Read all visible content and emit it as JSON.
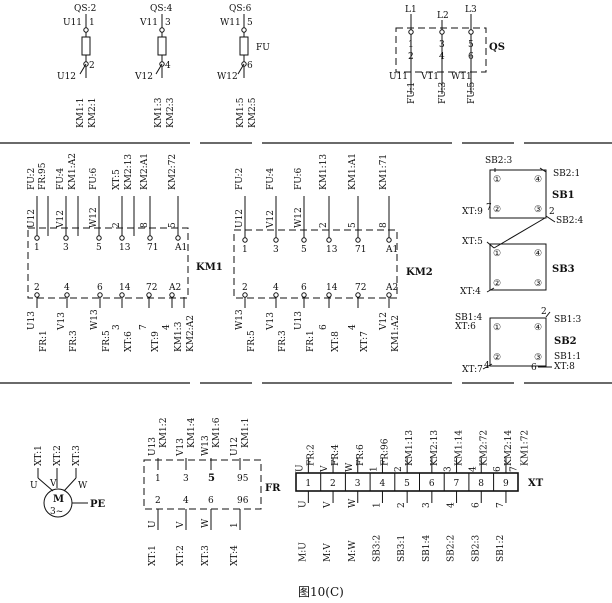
{
  "caption": "图10(C)",
  "fuses": {
    "symbol": "FU",
    "items": [
      {
        "qs": "QS:2",
        "in": "U11",
        "top": "1",
        "bot": "2",
        "out": "U12",
        "w1": "KM1:1",
        "w2": "KM2:1"
      },
      {
        "qs": "QS:4",
        "in": "V11",
        "top": "3",
        "bot": "4",
        "out": "V12",
        "w1": "KM1:3",
        "w2": "KM2:3"
      },
      {
        "qs": "QS:6",
        "in": "W11",
        "top": "5",
        "bot": "6",
        "out": "W12",
        "w1": "KM1:5",
        "w2": "KM2:5"
      }
    ]
  },
  "qs": {
    "name": "QS",
    "poles": [
      {
        "line": "L1",
        "t": "1",
        "b": "2",
        "out": "U11",
        "w": "FU:1"
      },
      {
        "line": "L2",
        "t": "3",
        "b": "4",
        "out": "V11",
        "w": "FU:3"
      },
      {
        "line": "L3",
        "t": "5",
        "b": "6",
        "out": "W11",
        "w": "FU:5"
      }
    ]
  },
  "km1": {
    "name": "KM1",
    "top": [
      {
        "w": "FU:2",
        "n": "U12",
        "t": "1"
      },
      {
        "w": "FR:95",
        "n": "",
        "t": ""
      },
      {
        "w": "FU:4",
        "n": "V12",
        "t": "3"
      },
      {
        "w": "KM1:A2",
        "n": "",
        "t": ""
      },
      {
        "w": "FU:6",
        "n": "W12",
        "t": "5"
      },
      {
        "w": "XT:5",
        "n": "2",
        "t": "13"
      },
      {
        "w": "KM2:13",
        "n": "",
        "t": ""
      },
      {
        "w": "KM2:A1",
        "n": "8",
        "t": "71"
      },
      {
        "w": "KM2:72",
        "n": "5",
        "t": "A1"
      }
    ],
    "bottom": [
      {
        "t": "2",
        "n": "U13",
        "w": "FR:1"
      },
      {
        "t": "4",
        "n": "V13",
        "w": "FR:3"
      },
      {
        "t": "6",
        "n": "W13",
        "w": "FR:5"
      },
      {
        "t": "14",
        "n": "3",
        "w": "XT:6"
      },
      {
        "t": "72",
        "n": "7",
        "w": "XT:9"
      },
      {
        "t": "A2",
        "n": "4",
        "w": "KM1:3"
      },
      {
        "t": "",
        "n": "",
        "w": "KM2:A2"
      }
    ]
  },
  "km2": {
    "name": "KM2",
    "top": [
      {
        "w": "FU:2",
        "n": "U12",
        "t": "1"
      },
      {
        "w": "FU:4",
        "n": "V12",
        "t": "3"
      },
      {
        "w": "FU:6",
        "n": "W12",
        "t": "5"
      },
      {
        "w": "KM1:13",
        "n": "2",
        "t": "13"
      },
      {
        "w": "KM1:A1",
        "n": "5",
        "t": "71"
      },
      {
        "w": "KM1:71",
        "n": "8",
        "t": "A1"
      }
    ],
    "bottom": [
      {
        "t": "2",
        "n": "W13",
        "w": "FR:5"
      },
      {
        "t": "4",
        "n": "V13",
        "w": "FR:3"
      },
      {
        "t": "6",
        "n": "U13",
        "w": "FR:1"
      },
      {
        "t": "14",
        "n": "6",
        "w": "XT:8"
      },
      {
        "t": "72",
        "n": "4",
        "w": "XT:7"
      },
      {
        "t": "A2",
        "n": "V12",
        "w": "KM1:A2"
      }
    ]
  },
  "buttons": {
    "sb1": {
      "name": "SB1",
      "w_tl": "SB2:3",
      "w_tr": "SB2:1",
      "w_l": "XT:9",
      "w_l_n": "7",
      "w_r": "SB2:4",
      "w_r_n": "2",
      "c1": "①",
      "c2": "②",
      "c3": "③",
      "c4": "④"
    },
    "sb3": {
      "name": "SB3",
      "w_l": "XT:5",
      "w_bl": "XT:4",
      "c1": "①",
      "c2": "②",
      "c3": "③",
      "c4": "④"
    },
    "sb2": {
      "name": "SB2",
      "w_tl": "SB1:4",
      "w_l": "XT:6",
      "w_tr": "SB1:3",
      "w_tr_n": "2",
      "w_r": "SB1:1",
      "w_bl": "XT:7",
      "w_bl_n": "4",
      "w_br": "XT:8",
      "w_br_n": "6",
      "c1": "①",
      "c2": "②",
      "c3": "③",
      "c4": "④"
    }
  },
  "motor": {
    "label": "M",
    "sub": "3~",
    "pe": "PE",
    "u": "U",
    "v": "V",
    "w": "W",
    "x1": "XT:1",
    "x2": "XT:2",
    "x3": "XT:3"
  },
  "fr": {
    "name": "FR",
    "top": [
      {
        "n": "U13",
        "w": "KM1:2",
        "t": "1"
      },
      {
        "n": "V13",
        "w": "KM1:4",
        "t": "3"
      },
      {
        "n": "W13",
        "w": "KM1:6",
        "t": "5"
      },
      {
        "n": "U12",
        "w": "KM1:1",
        "t": "95"
      }
    ],
    "bottom": [
      {
        "t": "2",
        "n": "U",
        "w": "XT:1"
      },
      {
        "t": "4",
        "n": "V",
        "w": "XT:2"
      },
      {
        "t": "6",
        "n": "W",
        "w": "XT:3"
      },
      {
        "t": "96",
        "n": "1",
        "w": "XT:4"
      }
    ]
  },
  "xt": {
    "name": "XT",
    "cells": [
      {
        "num": "1",
        "tn": "U",
        "tw": "FR:2",
        "bn": "U",
        "bw": "M:U"
      },
      {
        "num": "2",
        "tn": "V",
        "tw": "FR:4",
        "bn": "V",
        "bw": "M:V"
      },
      {
        "num": "3",
        "tn": "W",
        "tw": "FR:6",
        "bn": "W",
        "bw": "M:W"
      },
      {
        "num": "4",
        "tn": "1",
        "tw": "FR:96",
        "bn": "1",
        "bw": "SB3:2"
      },
      {
        "num": "5",
        "tn": "2",
        "tw": "KM1:13",
        "bn": "2",
        "bw": "SB3:1"
      },
      {
        "num": "6",
        "tn": "",
        "tw": "KM2:13",
        "bn": "3",
        "bw": "SB1:4"
      },
      {
        "num": "7",
        "tn": "3",
        "tw": "KM1:14",
        "bn": "4",
        "bw": "SB2:2"
      },
      {
        "num": "8",
        "tn": "4",
        "tw": "KM2:72",
        "bn": "6",
        "bw": "SB2:3"
      },
      {
        "num": "9",
        "tn": "6",
        "tw": "KM2:14",
        "bn": "7",
        "bw": "SB1:2"
      },
      {
        "num": "",
        "tn": "7",
        "tw": "KM1:72",
        "bn": "",
        "bw": ""
      }
    ]
  }
}
